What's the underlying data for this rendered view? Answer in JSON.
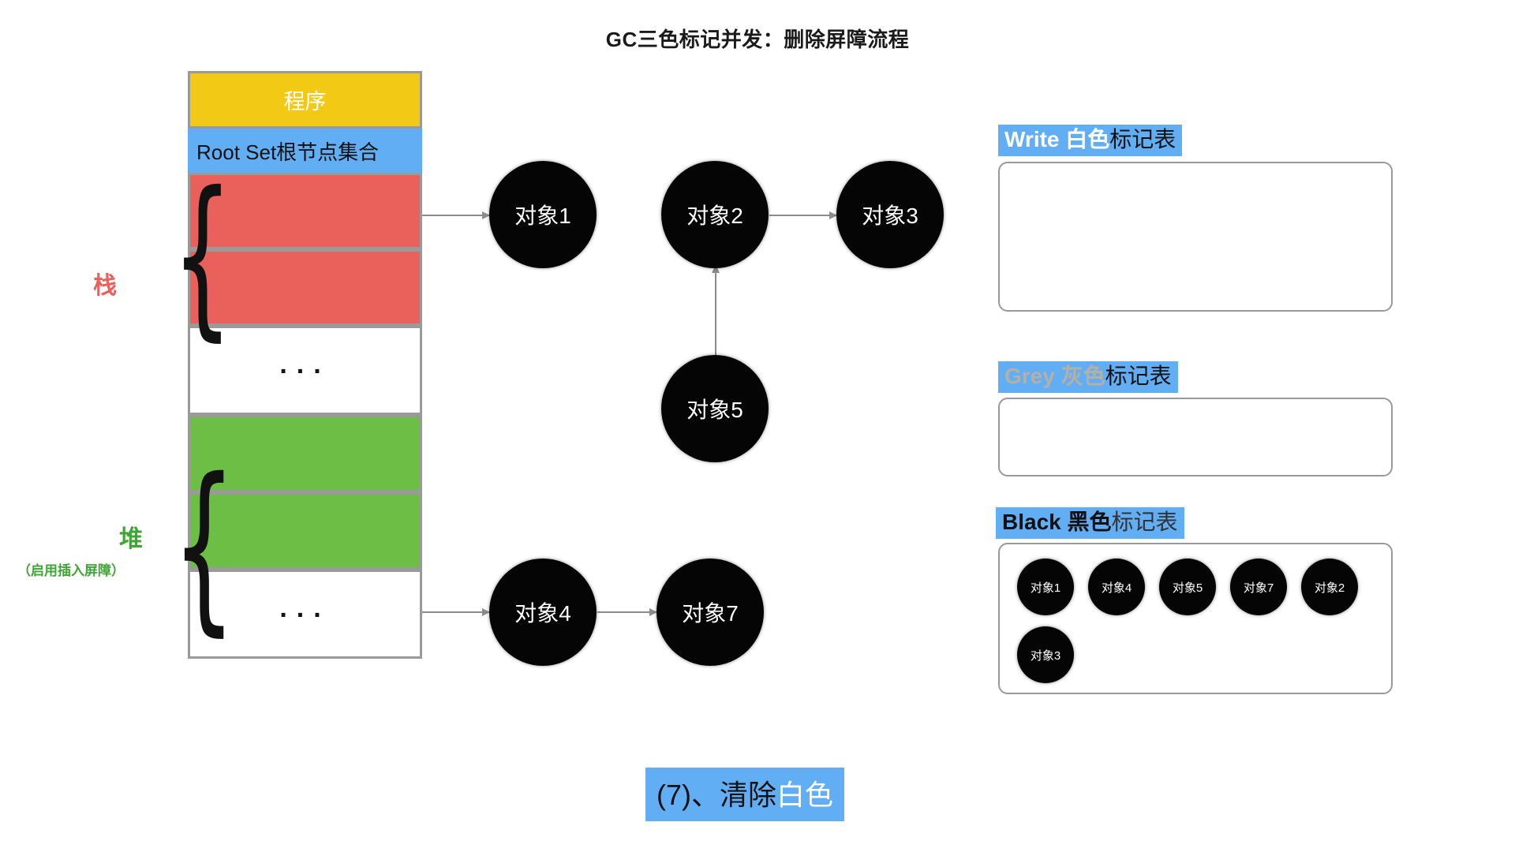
{
  "title": "GC三色标记并发：删除屏障流程",
  "memory": {
    "program_label": "程序",
    "rootset_label": "Root Set根节点集合",
    "dots": "...",
    "stack_label": "栈",
    "heap_label": "堆",
    "heap_sublabel": "（启用插入屏障）",
    "cells": [
      {
        "name": "program",
        "text": "程序",
        "color": "#F2C914"
      },
      {
        "name": "root-set",
        "text": "Root Set根节点集合",
        "color": "#62AEF5"
      },
      {
        "name": "stack-slot-1",
        "text": "",
        "color": "#E9615A"
      },
      {
        "name": "stack-slot-2",
        "text": "",
        "color": "#E9615A"
      },
      {
        "name": "stack-gap",
        "text": "...",
        "color": "#FFFFFF"
      },
      {
        "name": "heap-slot-1",
        "text": "",
        "color": "#6CBE45"
      },
      {
        "name": "heap-slot-2",
        "text": "",
        "color": "#6CBE45"
      },
      {
        "name": "heap-gap",
        "text": "...",
        "color": "#FFFFFF"
      }
    ]
  },
  "graph": {
    "nodes": [
      {
        "id": "obj1",
        "label": "对象1"
      },
      {
        "id": "obj2",
        "label": "对象2"
      },
      {
        "id": "obj3",
        "label": "对象3"
      },
      {
        "id": "obj5",
        "label": "对象5"
      },
      {
        "id": "obj4",
        "label": "对象4"
      },
      {
        "id": "obj7",
        "label": "对象7"
      }
    ],
    "edges": [
      {
        "from": "stack-slot-1",
        "to": "obj1"
      },
      {
        "from": "obj2",
        "to": "obj3"
      },
      {
        "from": "obj5",
        "to": "obj2"
      },
      {
        "from": "heap-slot-2",
        "to": "obj4"
      },
      {
        "from": "obj4",
        "to": "obj7"
      }
    ]
  },
  "mark_tables": [
    {
      "id": "white",
      "head_en": "Write ",
      "head_color_word": "白色",
      "head_suffix": "标记表",
      "accent": "#FFFFFF",
      "items": []
    },
    {
      "id": "grey",
      "head_en": "Grey ",
      "head_color_word": "灰色",
      "head_suffix": "标记表",
      "accent": "#B5B0A6",
      "items": []
    },
    {
      "id": "black",
      "head_en": "Black ",
      "head_color_word": "黑色",
      "head_suffix": "标记表",
      "accent": "#111111",
      "items": [
        "对象1",
        "对象4",
        "对象5",
        "对象7",
        "对象2",
        "对象3"
      ]
    }
  ],
  "caption": {
    "prefix": "(7)、清除",
    "highlight": "白色"
  },
  "colors": {
    "blue": "#62AEF5",
    "yellow": "#F2C914",
    "red": "#E9615A",
    "green": "#6CBE45",
    "node": "#050505",
    "border": "#9A9A9A",
    "arrow": "#8B8B8B"
  }
}
